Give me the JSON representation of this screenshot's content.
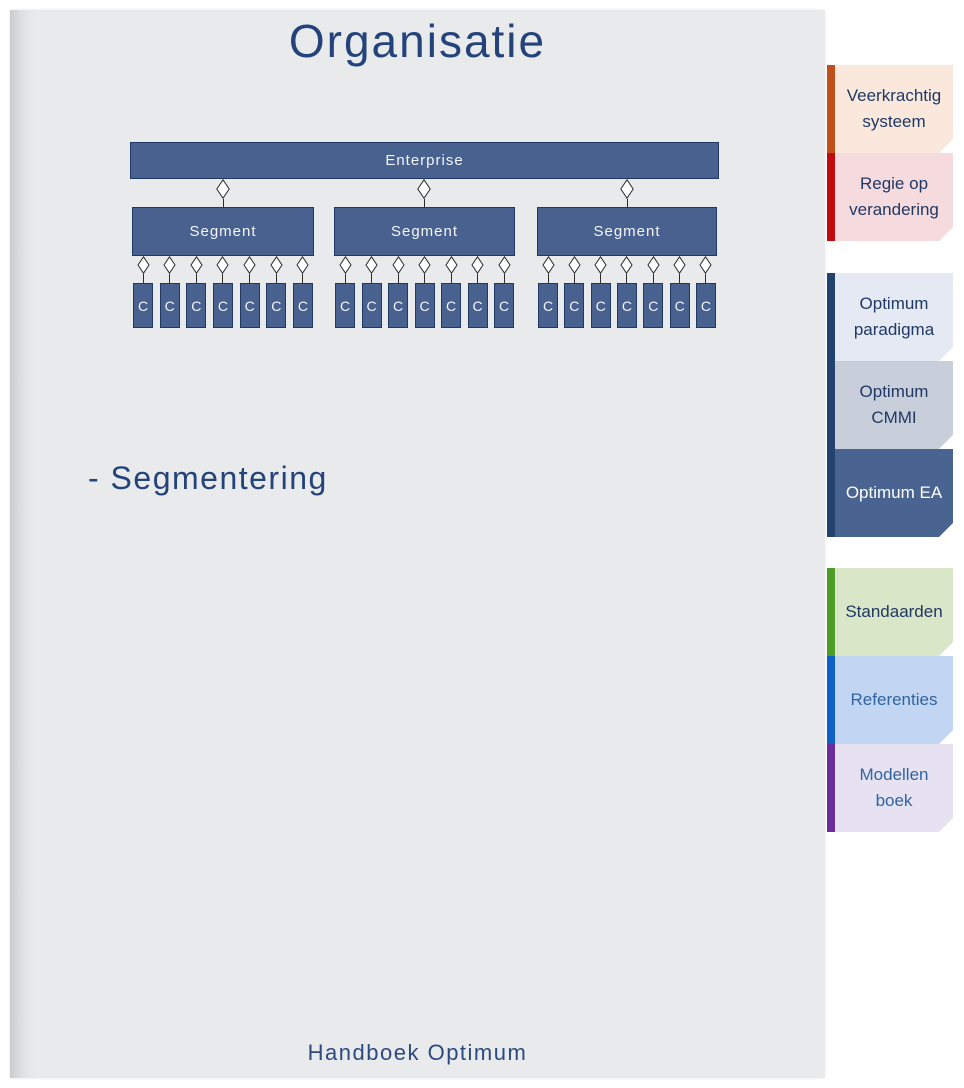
{
  "page": {
    "title": "Organisatie",
    "subtitle": "- Segmentering",
    "footer": "Handboek Optimum",
    "background_color": "#e8eaeb",
    "title_color": "#24437b"
  },
  "diagram": {
    "enterprise_label": "Enterprise",
    "segment_label": "Segment",
    "component_label": "C",
    "segments_count": 3,
    "components_per_segment": 7,
    "box_fill_color": "#48618e",
    "box_border_color": "#203864",
    "box_text_color": "#f4f6f9",
    "connector_shape": "open-diamond"
  },
  "sidebar": {
    "groups": [
      {
        "tabs": [
          {
            "label": "Veerkrachtig systeem",
            "bar_color": "#c0511b",
            "bg_color": "#fae8dd",
            "text_color": "#1f3864"
          },
          {
            "label": "Regie op verandering",
            "bar_color": "#c00c10",
            "bg_color": "#f6dbde",
            "text_color": "#1f3864"
          }
        ]
      },
      {
        "tabs": [
          {
            "label": "Optimum paradigma",
            "bar_color": "#24426e",
            "bg_color": "#e4e9f3",
            "text_color": "#1f3864"
          },
          {
            "label": "Optimum CMMI",
            "bar_color": "#24426e",
            "bg_color": "#c9cedb",
            "text_color": "#1f3864"
          },
          {
            "label": "Optimum EA",
            "bar_color": "#24426e",
            "bg_color": "#4a6492",
            "text_color": "#ffffff"
          }
        ]
      },
      {
        "tabs": [
          {
            "label": "Standaarden",
            "bar_color": "#4e9b28",
            "bg_color": "#d9e6c7",
            "text_color": "#1f3864"
          },
          {
            "label": "Referenties",
            "bar_color": "#0e62c6",
            "bg_color": "#c2d5f2",
            "text_color": "#31649f"
          },
          {
            "label": "Modellen boek",
            "bar_color": "#6b2c9e",
            "bg_color": "#e6e2f2",
            "text_color": "#31649f"
          }
        ]
      }
    ]
  }
}
